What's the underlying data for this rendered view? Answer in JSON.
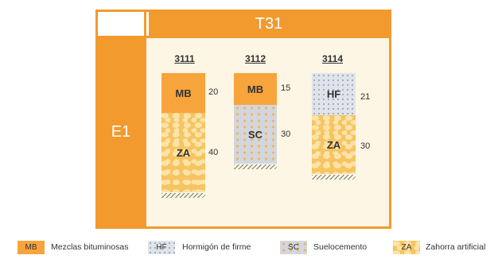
{
  "header": {
    "traffic": "T31",
    "esplanada": "E1"
  },
  "colors": {
    "accent": "#f29a2e",
    "panel": "#fdf6e4",
    "mb": "#f7a43d",
    "hf": "#dfe4ec",
    "sc": "#d3d6dc",
    "za": "#f6c460"
  },
  "sections": [
    {
      "code": "3111",
      "layers": [
        {
          "abbr": "MB",
          "thickness": "20",
          "material": "mb"
        },
        {
          "abbr": "ZA",
          "thickness": "40",
          "material": "za"
        }
      ]
    },
    {
      "code": "3112",
      "layers": [
        {
          "abbr": "MB",
          "thickness": "15",
          "material": "mb"
        },
        {
          "abbr": "SC",
          "thickness": "30",
          "material": "sc"
        }
      ]
    },
    {
      "code": "3114",
      "layers": [
        {
          "abbr": "HF",
          "thickness": "21",
          "material": "hf"
        },
        {
          "abbr": "ZA",
          "thickness": "30",
          "material": "za"
        }
      ]
    }
  ],
  "legend": [
    {
      "abbr": "MB",
      "label": "Mezclas bituminosas",
      "material": "mb"
    },
    {
      "abbr": "HF",
      "label": "Hormigón de firme",
      "material": "hf"
    },
    {
      "abbr": "SC",
      "label": "Suelocemento",
      "material": "sc"
    },
    {
      "abbr": "ZA",
      "label": "Zahorra artificial",
      "material": "za"
    }
  ]
}
